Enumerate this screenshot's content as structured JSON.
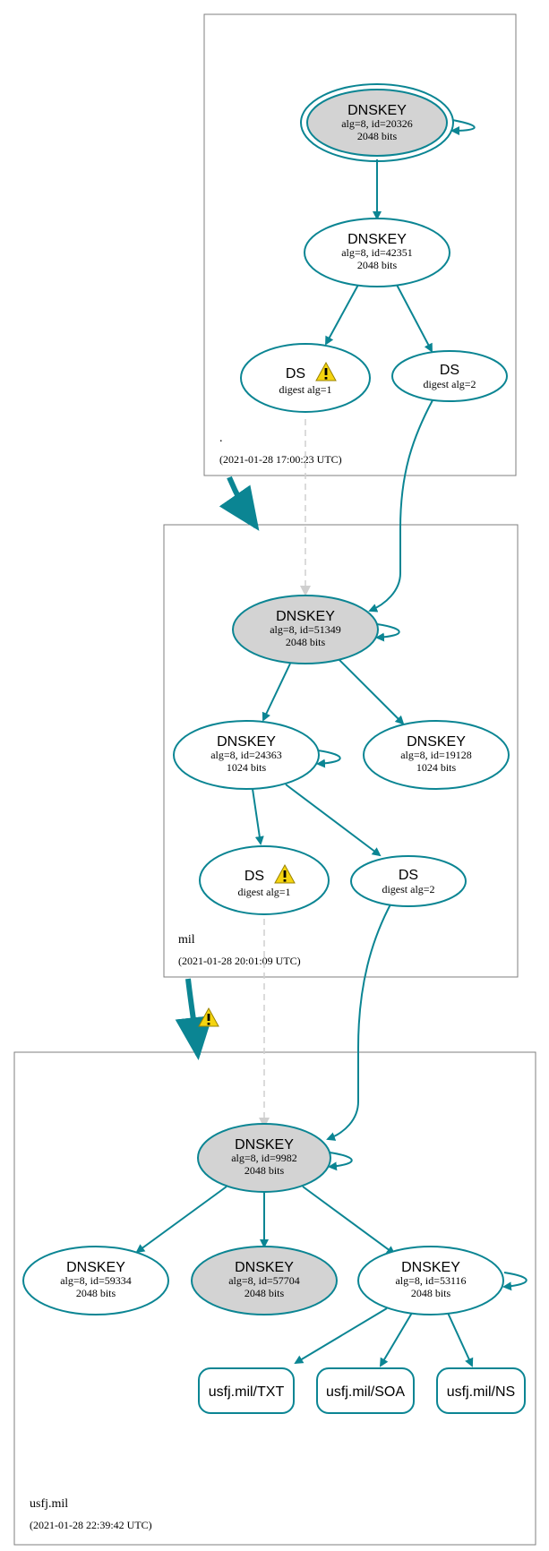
{
  "colors": {
    "edge": "#0b8593",
    "dashed": "#cfcfcf",
    "node_fill_ksk": "#d3d3d3",
    "zone_border": "#7f7f7f",
    "warning": "#f5d40f"
  },
  "zones": [
    {
      "name": ".",
      "time": "(2021-01-28 17:00:23 UTC)"
    },
    {
      "name": "mil",
      "time": "(2021-01-28 20:01:09 UTC)"
    },
    {
      "name": "usfj.mil",
      "time": "(2021-01-28 22:39:42 UTC)"
    }
  ],
  "nodes": {
    "root_ksk": {
      "title": "DNSKEY",
      "l1": "alg=8, id=20326",
      "l2": "2048 bits"
    },
    "root_zsk": {
      "title": "DNSKEY",
      "l1": "alg=8, id=42351",
      "l2": "2048 bits"
    },
    "root_ds1": {
      "title": "DS",
      "l1": "digest alg=1"
    },
    "root_ds2": {
      "title": "DS",
      "l1": "digest alg=2"
    },
    "mil_ksk": {
      "title": "DNSKEY",
      "l1": "alg=8, id=51349",
      "l2": "2048 bits"
    },
    "mil_k24363": {
      "title": "DNSKEY",
      "l1": "alg=8, id=24363",
      "l2": "1024 bits"
    },
    "mil_k19128": {
      "title": "DNSKEY",
      "l1": "alg=8, id=19128",
      "l2": "1024 bits"
    },
    "mil_ds1": {
      "title": "DS",
      "l1": "digest alg=1"
    },
    "mil_ds2": {
      "title": "DS",
      "l1": "digest alg=2"
    },
    "usfj_ksk": {
      "title": "DNSKEY",
      "l1": "alg=8, id=9982",
      "l2": "2048 bits"
    },
    "usfj_k59334": {
      "title": "DNSKEY",
      "l1": "alg=8, id=59334",
      "l2": "2048 bits"
    },
    "usfj_k57704": {
      "title": "DNSKEY",
      "l1": "alg=8, id=57704",
      "l2": "2048 bits"
    },
    "usfj_k53116": {
      "title": "DNSKEY",
      "l1": "alg=8, id=53116",
      "l2": "2048 bits"
    }
  },
  "records": [
    {
      "label": "usfj.mil/TXT"
    },
    {
      "label": "usfj.mil/SOA"
    },
    {
      "label": "usfj.mil/NS"
    }
  ],
  "icons": {
    "warning": "warning-icon"
  }
}
